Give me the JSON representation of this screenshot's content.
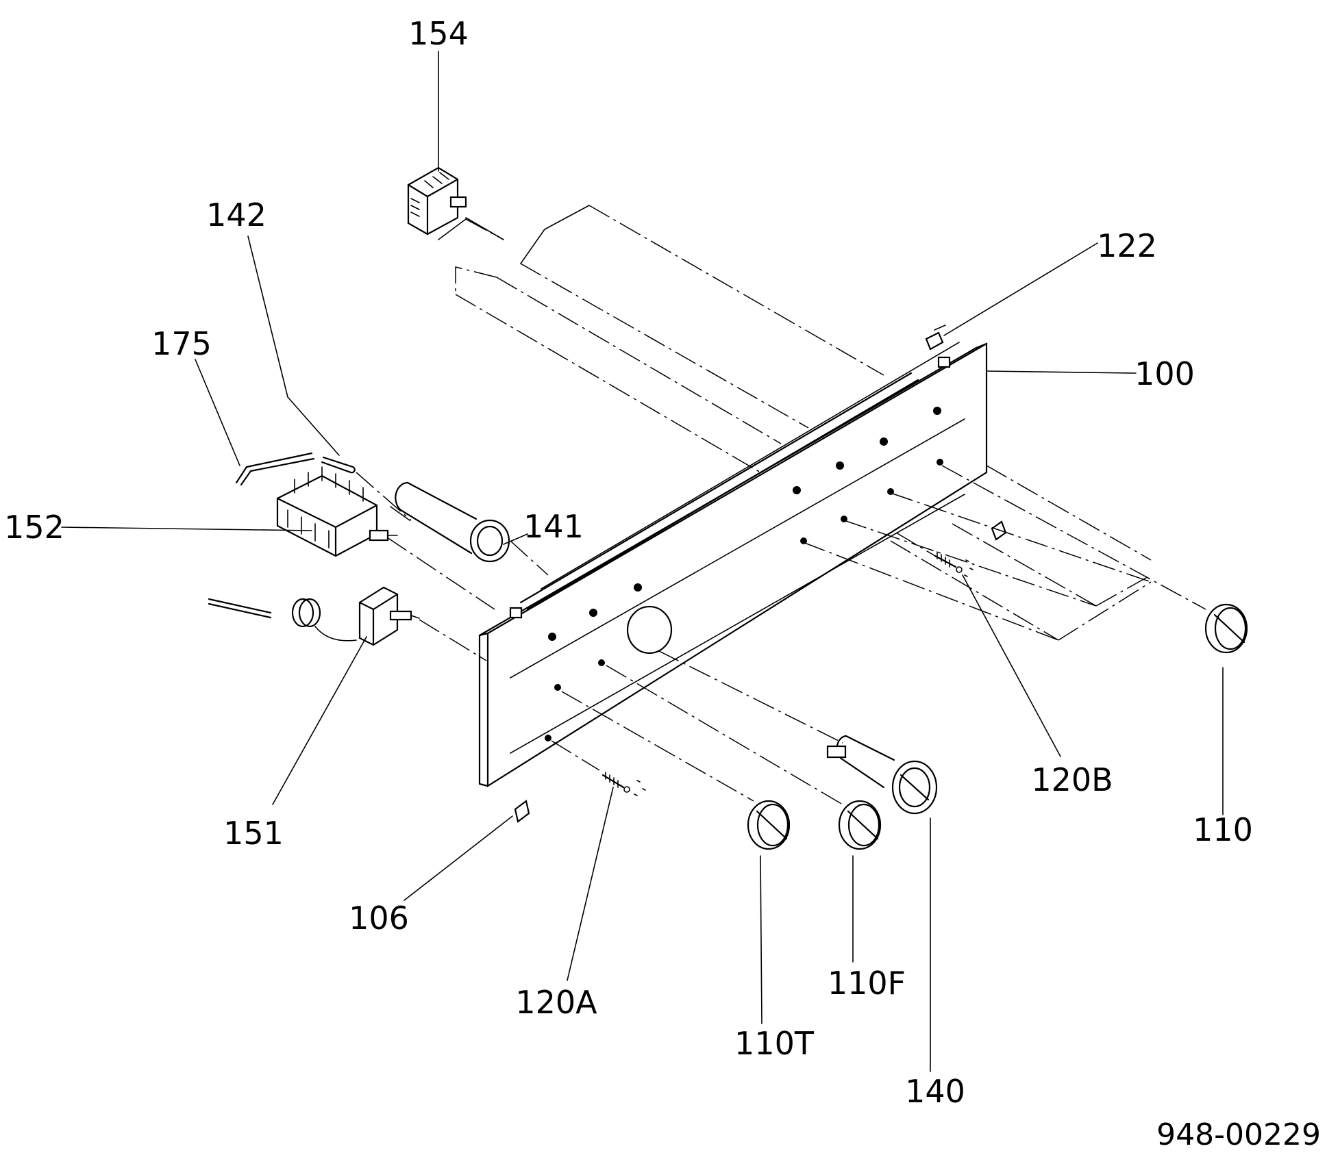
{
  "labels": {
    "p154": "154",
    "p142": "142",
    "p175": "175",
    "p152": "152",
    "p141": "141",
    "p122": "122",
    "p100": "100",
    "p151": "151",
    "p106": "106",
    "p120A": "120A",
    "p110T": "110T",
    "p110F": "110F",
    "p140": "140",
    "p120B": "120B",
    "p110": "110"
  },
  "document_number": "948-00229"
}
